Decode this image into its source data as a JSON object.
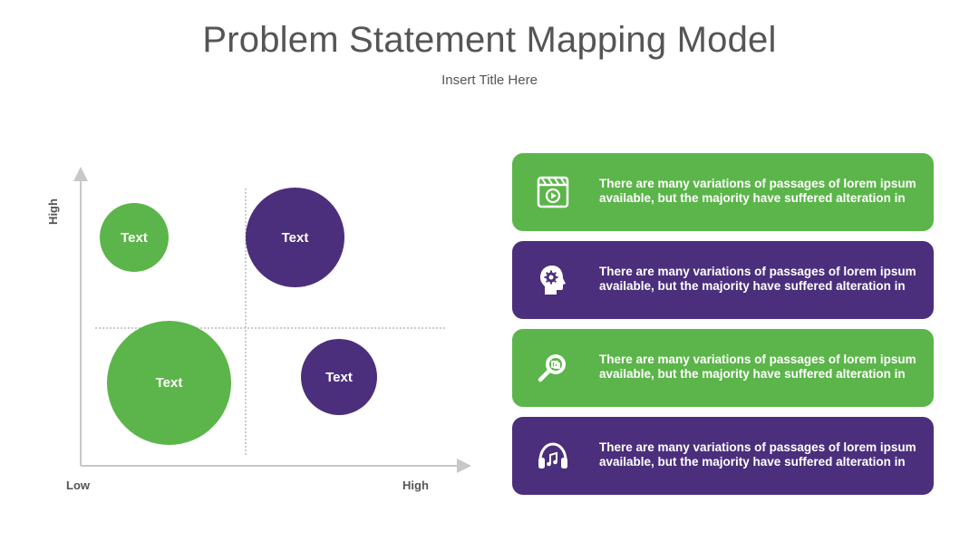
{
  "title": "Problem Statement Mapping Model",
  "subtitle": "Insert Title Here",
  "colors": {
    "green": "#5cb54a",
    "purple": "#4b2f7c",
    "axis": "#c8c8c8",
    "text_dark": "#555555"
  },
  "axes": {
    "y_label": "High",
    "x_low_label": "Low",
    "x_high_label": "High"
  },
  "bubbles": [
    {
      "label": "Text",
      "color": "green"
    },
    {
      "label": "Text",
      "color": "purple"
    },
    {
      "label": "Text",
      "color": "green"
    },
    {
      "label": "Text",
      "color": "purple"
    }
  ],
  "cards": [
    {
      "color": "green",
      "icon": "video-player-icon",
      "text": "There are many variations of passages of lorem ipsum available, but the majority have suffered alteration in"
    },
    {
      "color": "purple",
      "icon": "head-gear-icon",
      "text": "There are many variations of passages of lorem ipsum available, but the majority have suffered alteration in"
    },
    {
      "color": "green",
      "icon": "magnifier-icon",
      "text": "There are many variations of passages of lorem ipsum available, but the majority have suffered alteration in"
    },
    {
      "color": "purple",
      "icon": "headphones-music-icon",
      "text": "There are many variations of passages of lorem ipsum available, but the majority have suffered alteration in"
    }
  ]
}
